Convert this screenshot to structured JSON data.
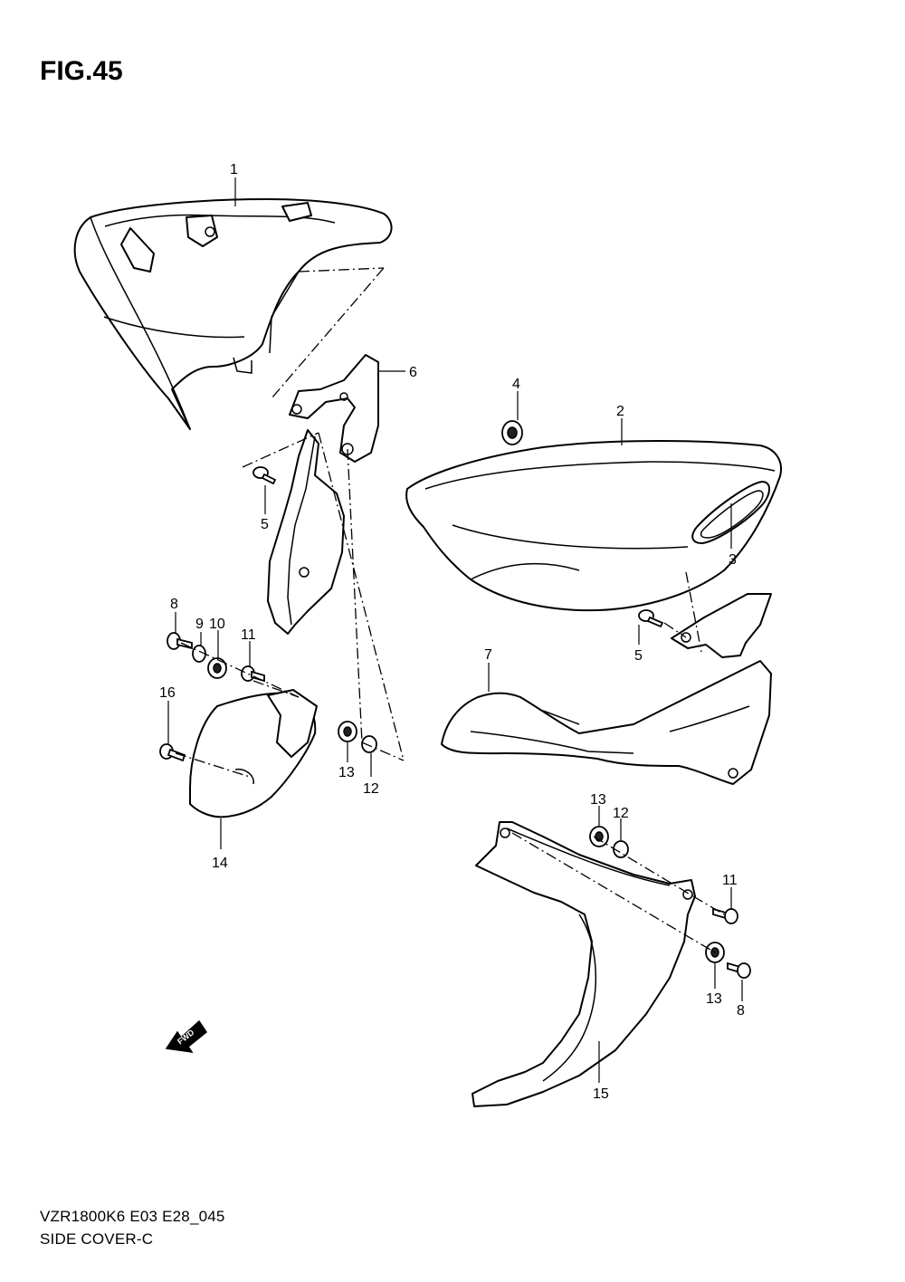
{
  "figure": {
    "title": "FIG.45"
  },
  "footer": {
    "model_code": "VZR1800K6 E03 E28_045",
    "section_name": "SIDE COVER-C"
  },
  "fwd_arrow": {
    "label": "FWD"
  },
  "callouts": [
    "1",
    "2",
    "3",
    "4",
    "5",
    "5",
    "6",
    "7",
    "8",
    "9",
    "10",
    "11",
    "16",
    "13",
    "12",
    "14",
    "13",
    "12",
    "11",
    "13",
    "8",
    "15"
  ]
}
